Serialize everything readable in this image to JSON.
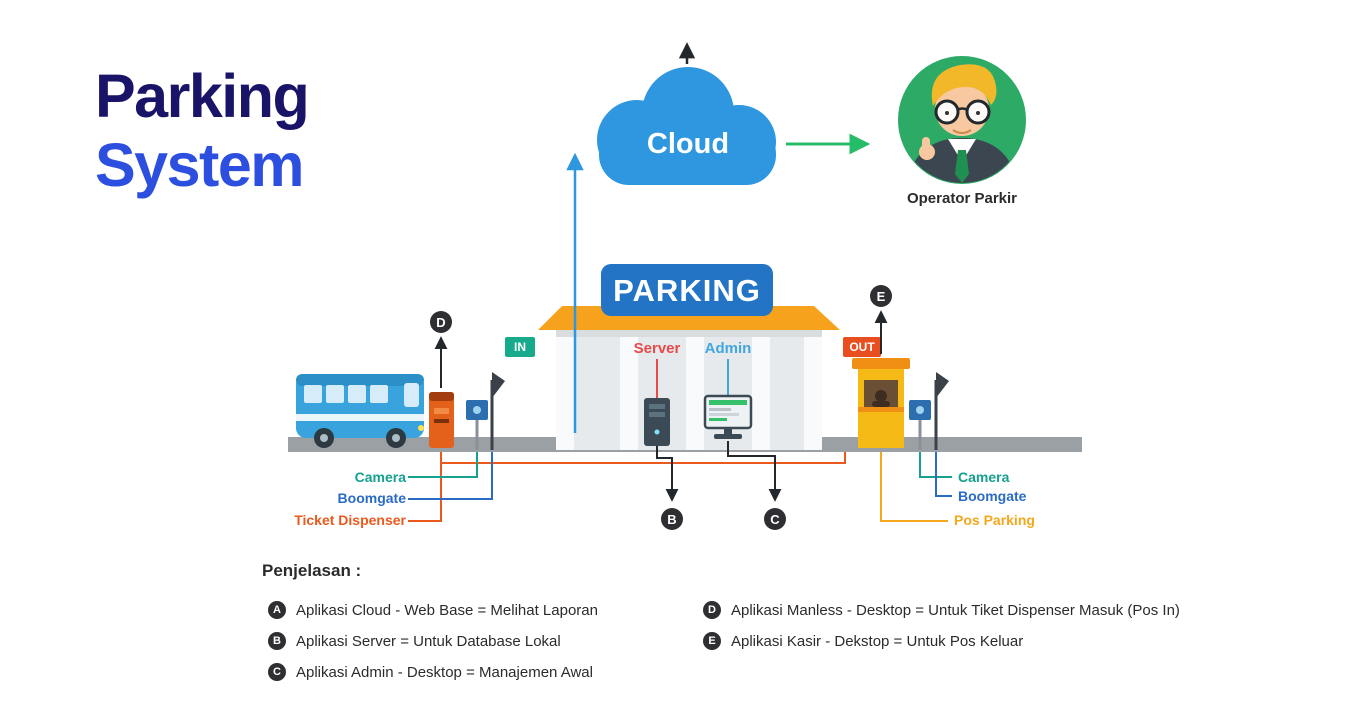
{
  "title": {
    "line1": "Parking",
    "line2": "System"
  },
  "cloud": {
    "label": "Cloud"
  },
  "operator": {
    "label": "Operator Parkir"
  },
  "building": {
    "sign": "PARKING",
    "server_label": "Server",
    "admin_label": "Admin"
  },
  "gates": {
    "in_label": "IN",
    "out_label": "OUT"
  },
  "markers": {
    "a": "A",
    "b": "B",
    "c": "C",
    "d": "D",
    "e": "E"
  },
  "left_equipment": {
    "camera": "Camera",
    "boomgate": "Boomgate",
    "ticket_dispenser": "Ticket Dispenser"
  },
  "right_equipment": {
    "camera": "Camera",
    "boomgate": "Boomgate",
    "pos_parking": "Pos Parking"
  },
  "legend": {
    "title": "Penjelasan :",
    "items": [
      {
        "marker": "A",
        "text": "Aplikasi Cloud - Web Base = Melihat Laporan"
      },
      {
        "marker": "B",
        "text": "Aplikasi Server = Untuk Database Lokal"
      },
      {
        "marker": "C",
        "text": "Aplikasi Admin - Desktop = Manajemen Awal"
      },
      {
        "marker": "D",
        "text": "Aplikasi Manless - Desktop = Untuk Tiket Dispenser Masuk (Pos In)"
      },
      {
        "marker": "E",
        "text": "Aplikasi Kasir - Dekstop = Untuk Pos Keluar"
      }
    ]
  },
  "colors": {
    "title_dark": "#1a1468",
    "title_blue": "#2d4fe0",
    "cloud_blue": "#2e97e0",
    "operator_green": "#2dab66",
    "arrow_green": "#27bd68",
    "sign_blue": "#2374c4",
    "roof_orange": "#f6a21d",
    "in_teal": "#17aa8d",
    "out_red": "#e84e1f",
    "camera_teal": "#15a08f",
    "boomgate_blue": "#2a6cc5",
    "ticket_orange": "#ea5a1e",
    "pos_yellow": "#f5a81c",
    "server_red": "#e84a4a",
    "admin_blue": "#42a7dc",
    "marker_dark": "#2f2f33",
    "road_gray": "#9aa0a4"
  }
}
